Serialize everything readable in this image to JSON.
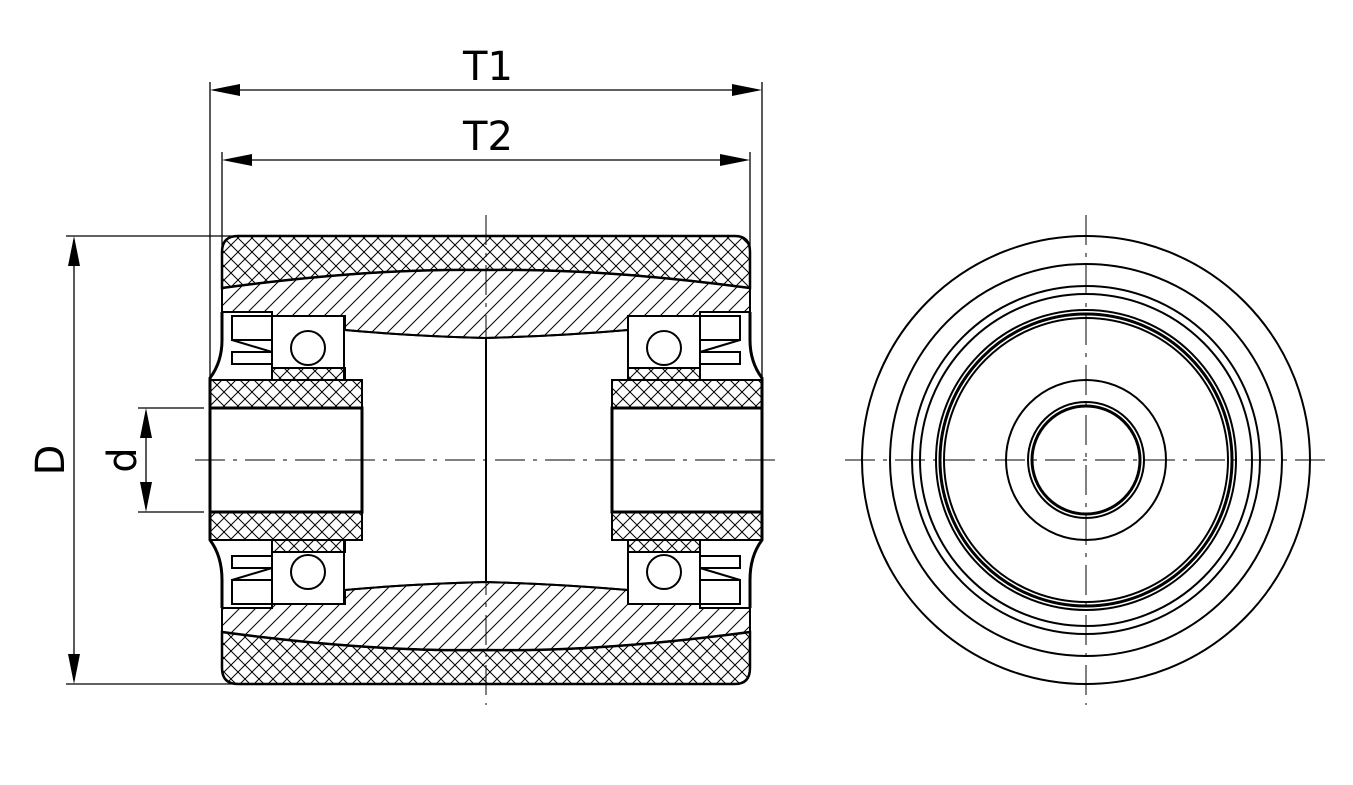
{
  "dimensions": {
    "t1": "T1",
    "t2": "T2",
    "d_outer": "D",
    "d_bore": "d"
  }
}
